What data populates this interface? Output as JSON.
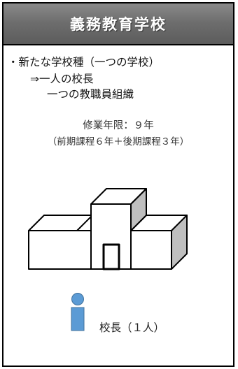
{
  "header": {
    "title": "義務教育学校"
  },
  "bullets": {
    "line1": "・新たな学校種（一つの学校）",
    "line2": "⇒一人の校長",
    "line3": "一つの教職員組織"
  },
  "term": {
    "label": "修業年限：９年",
    "detail": "（前期課程６年＋後期課程３年）"
  },
  "principal": {
    "label": "校長（１人）"
  },
  "colors": {
    "header_bg": "#6e6e6e",
    "icon_blue": "#5b9bd5",
    "building_shade": "#bfbfbf"
  },
  "icons": {
    "building": "school-building-icon",
    "person": "person-icon"
  }
}
